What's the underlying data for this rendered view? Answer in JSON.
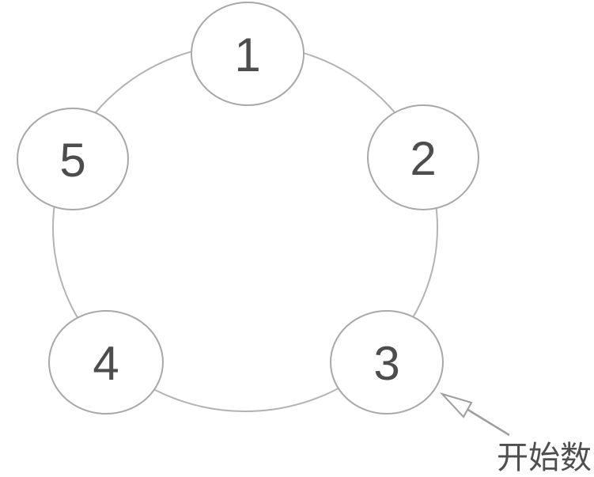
{
  "diagram": {
    "nodes": [
      {
        "label": "1"
      },
      {
        "label": "2"
      },
      {
        "label": "3"
      },
      {
        "label": "4"
      },
      {
        "label": "5"
      }
    ],
    "annotation": {
      "label": "开始数",
      "points_to_node": "3"
    },
    "colors": {
      "background": "#ffffff",
      "ring_stroke": "#b3b3b3",
      "node_stroke": "#a8a8a8",
      "node_fill": "#ffffff",
      "number_text": "#4d4d4d",
      "arrow": "#9e9e9e",
      "annotation_text": "#4f4f4f"
    }
  }
}
